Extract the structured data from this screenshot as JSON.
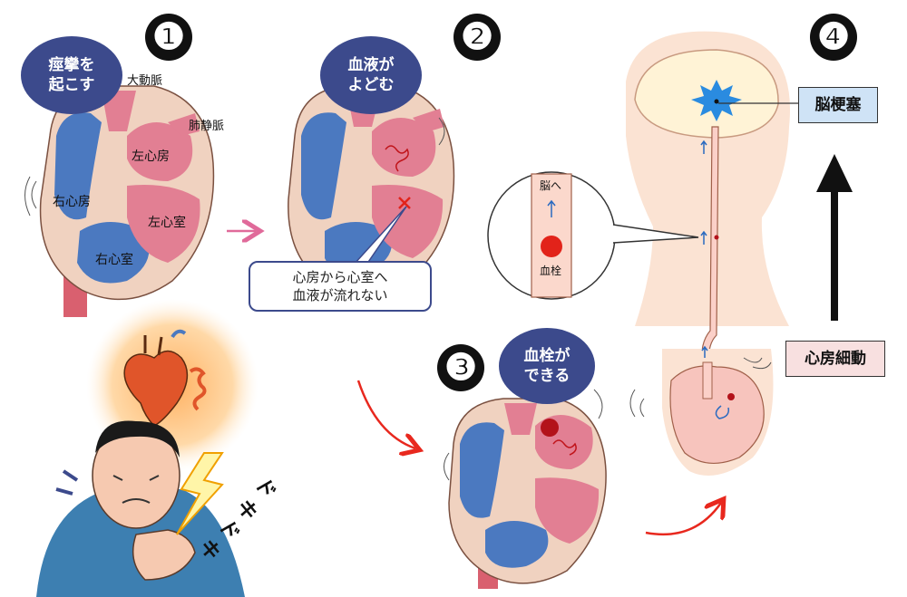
{
  "steps": [
    "❶",
    "❷",
    "❸",
    "❹"
  ],
  "step1": {
    "bubble_line1": "痙攣を",
    "bubble_line2": "起こす",
    "label_aorta": "大動脈",
    "label_pulmonary_vein": "肺静脈",
    "label_left_atrium": "左心房",
    "label_right_atrium": "右心房",
    "label_left_ventricle": "左心室",
    "label_right_ventricle": "右心室"
  },
  "step2": {
    "bubble_line1": "血液が",
    "bubble_line2": "よどむ",
    "callout_line1": "心房から心室へ",
    "callout_line2": "血液が流れない"
  },
  "step3": {
    "bubble_line1": "血栓が",
    "bubble_line2": "できる"
  },
  "step4": {
    "inset_label_top": "脳へ",
    "inset_label_bottom": "血栓",
    "box_stroke": "脳梗塞",
    "box_af": "心房細動"
  },
  "onomatopoeia": [
    "ド",
    "キ",
    "ド",
    "キ"
  ],
  "colors": {
    "bubble": "#3c4a8c",
    "atrium_red": "#e27f93",
    "ventricle_blue": "#4b79c0",
    "tissue": "#f0d2c0",
    "clot": "#e2231a",
    "stroke_star": "#2a8be0",
    "stroke_box": "#cfe3f6",
    "af_box": "#f8e0e0",
    "arrow_pink": "#e06a9a",
    "arrow_red": "#e8281e"
  }
}
